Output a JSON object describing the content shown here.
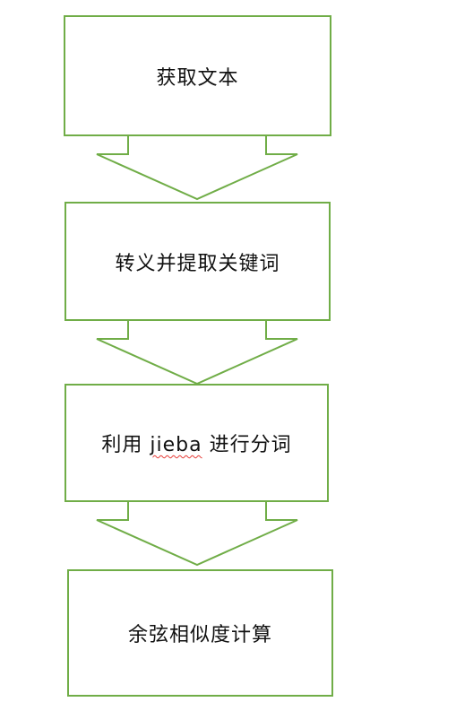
{
  "flowchart": {
    "steps": [
      {
        "id": "step-1",
        "label": "获取文本"
      },
      {
        "id": "step-2",
        "label": "转义并提取关键词"
      },
      {
        "id": "step-3",
        "label_before": "利用 ",
        "label_flagged": "jieba",
        "label_after": " 进行分词"
      },
      {
        "id": "step-4",
        "label": "余弦相似度计算"
      }
    ],
    "colors": {
      "border": "#70ad47",
      "text": "#111111",
      "spellcheck_underline": "#e53935",
      "background": "#ffffff"
    }
  }
}
